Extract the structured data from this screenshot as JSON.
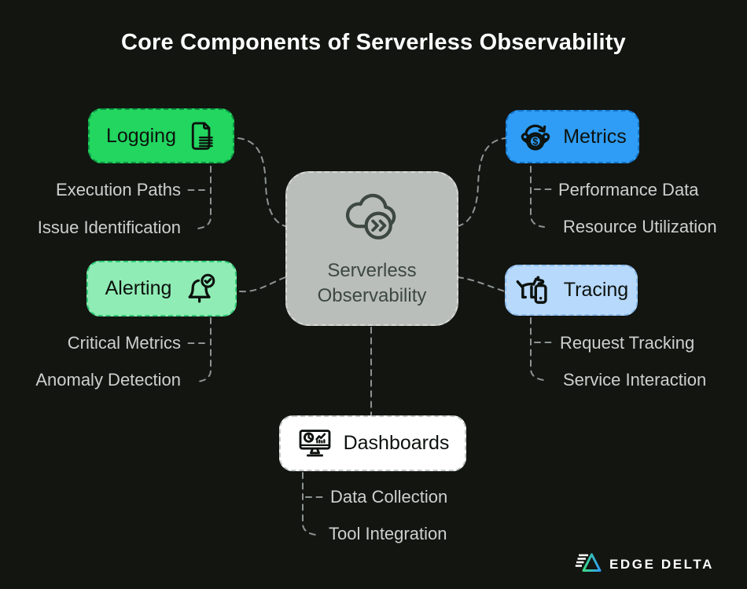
{
  "title": "Core Components of Serverless Observability",
  "center": {
    "label": "Serverless Observability",
    "icon": "cloud-chevrons-icon"
  },
  "branches": [
    {
      "id": "logging",
      "label": "Logging",
      "icon": "document-lines-icon",
      "fill": "#22d65f",
      "border": "#0d9443",
      "items": [
        "Execution Paths",
        "Issue Identification"
      ]
    },
    {
      "id": "metrics",
      "label": "Metrics",
      "icon": "money-cycle-icon",
      "fill": "#2f9df5",
      "border": "#1472c6",
      "items": [
        "Performance Data",
        "Resource Utilization"
      ]
    },
    {
      "id": "alerting",
      "label": "Alerting",
      "icon": "bell-check-icon",
      "fill": "#90ecb5",
      "border": "#2fca77",
      "items": [
        "Critical Metrics",
        "Anomaly Detection"
      ]
    },
    {
      "id": "tracing",
      "label": "Tracing",
      "icon": "dog-phone-icon",
      "fill": "#b7d9fb",
      "border": "#8abaee",
      "items": [
        "Request Tracking",
        "Service Interaction"
      ]
    },
    {
      "id": "dashboards",
      "label": "Dashboards",
      "icon": "dashboard-monitor-icon",
      "fill": "#ffffff",
      "border": "#c2c7c5",
      "items": [
        "Data Collection",
        "Tool Integration"
      ]
    }
  ],
  "footer": {
    "brand": "EDGE DELTA"
  },
  "colors": {
    "background": "#131511",
    "title_text": "#ffffff",
    "leaf_text": "#ccd1cf",
    "connector": "#8d9493",
    "center_fill": "#babeba",
    "center_text": "#3c4840",
    "logo_green": "#3ddc84",
    "logo_blue": "#2f9df5"
  }
}
